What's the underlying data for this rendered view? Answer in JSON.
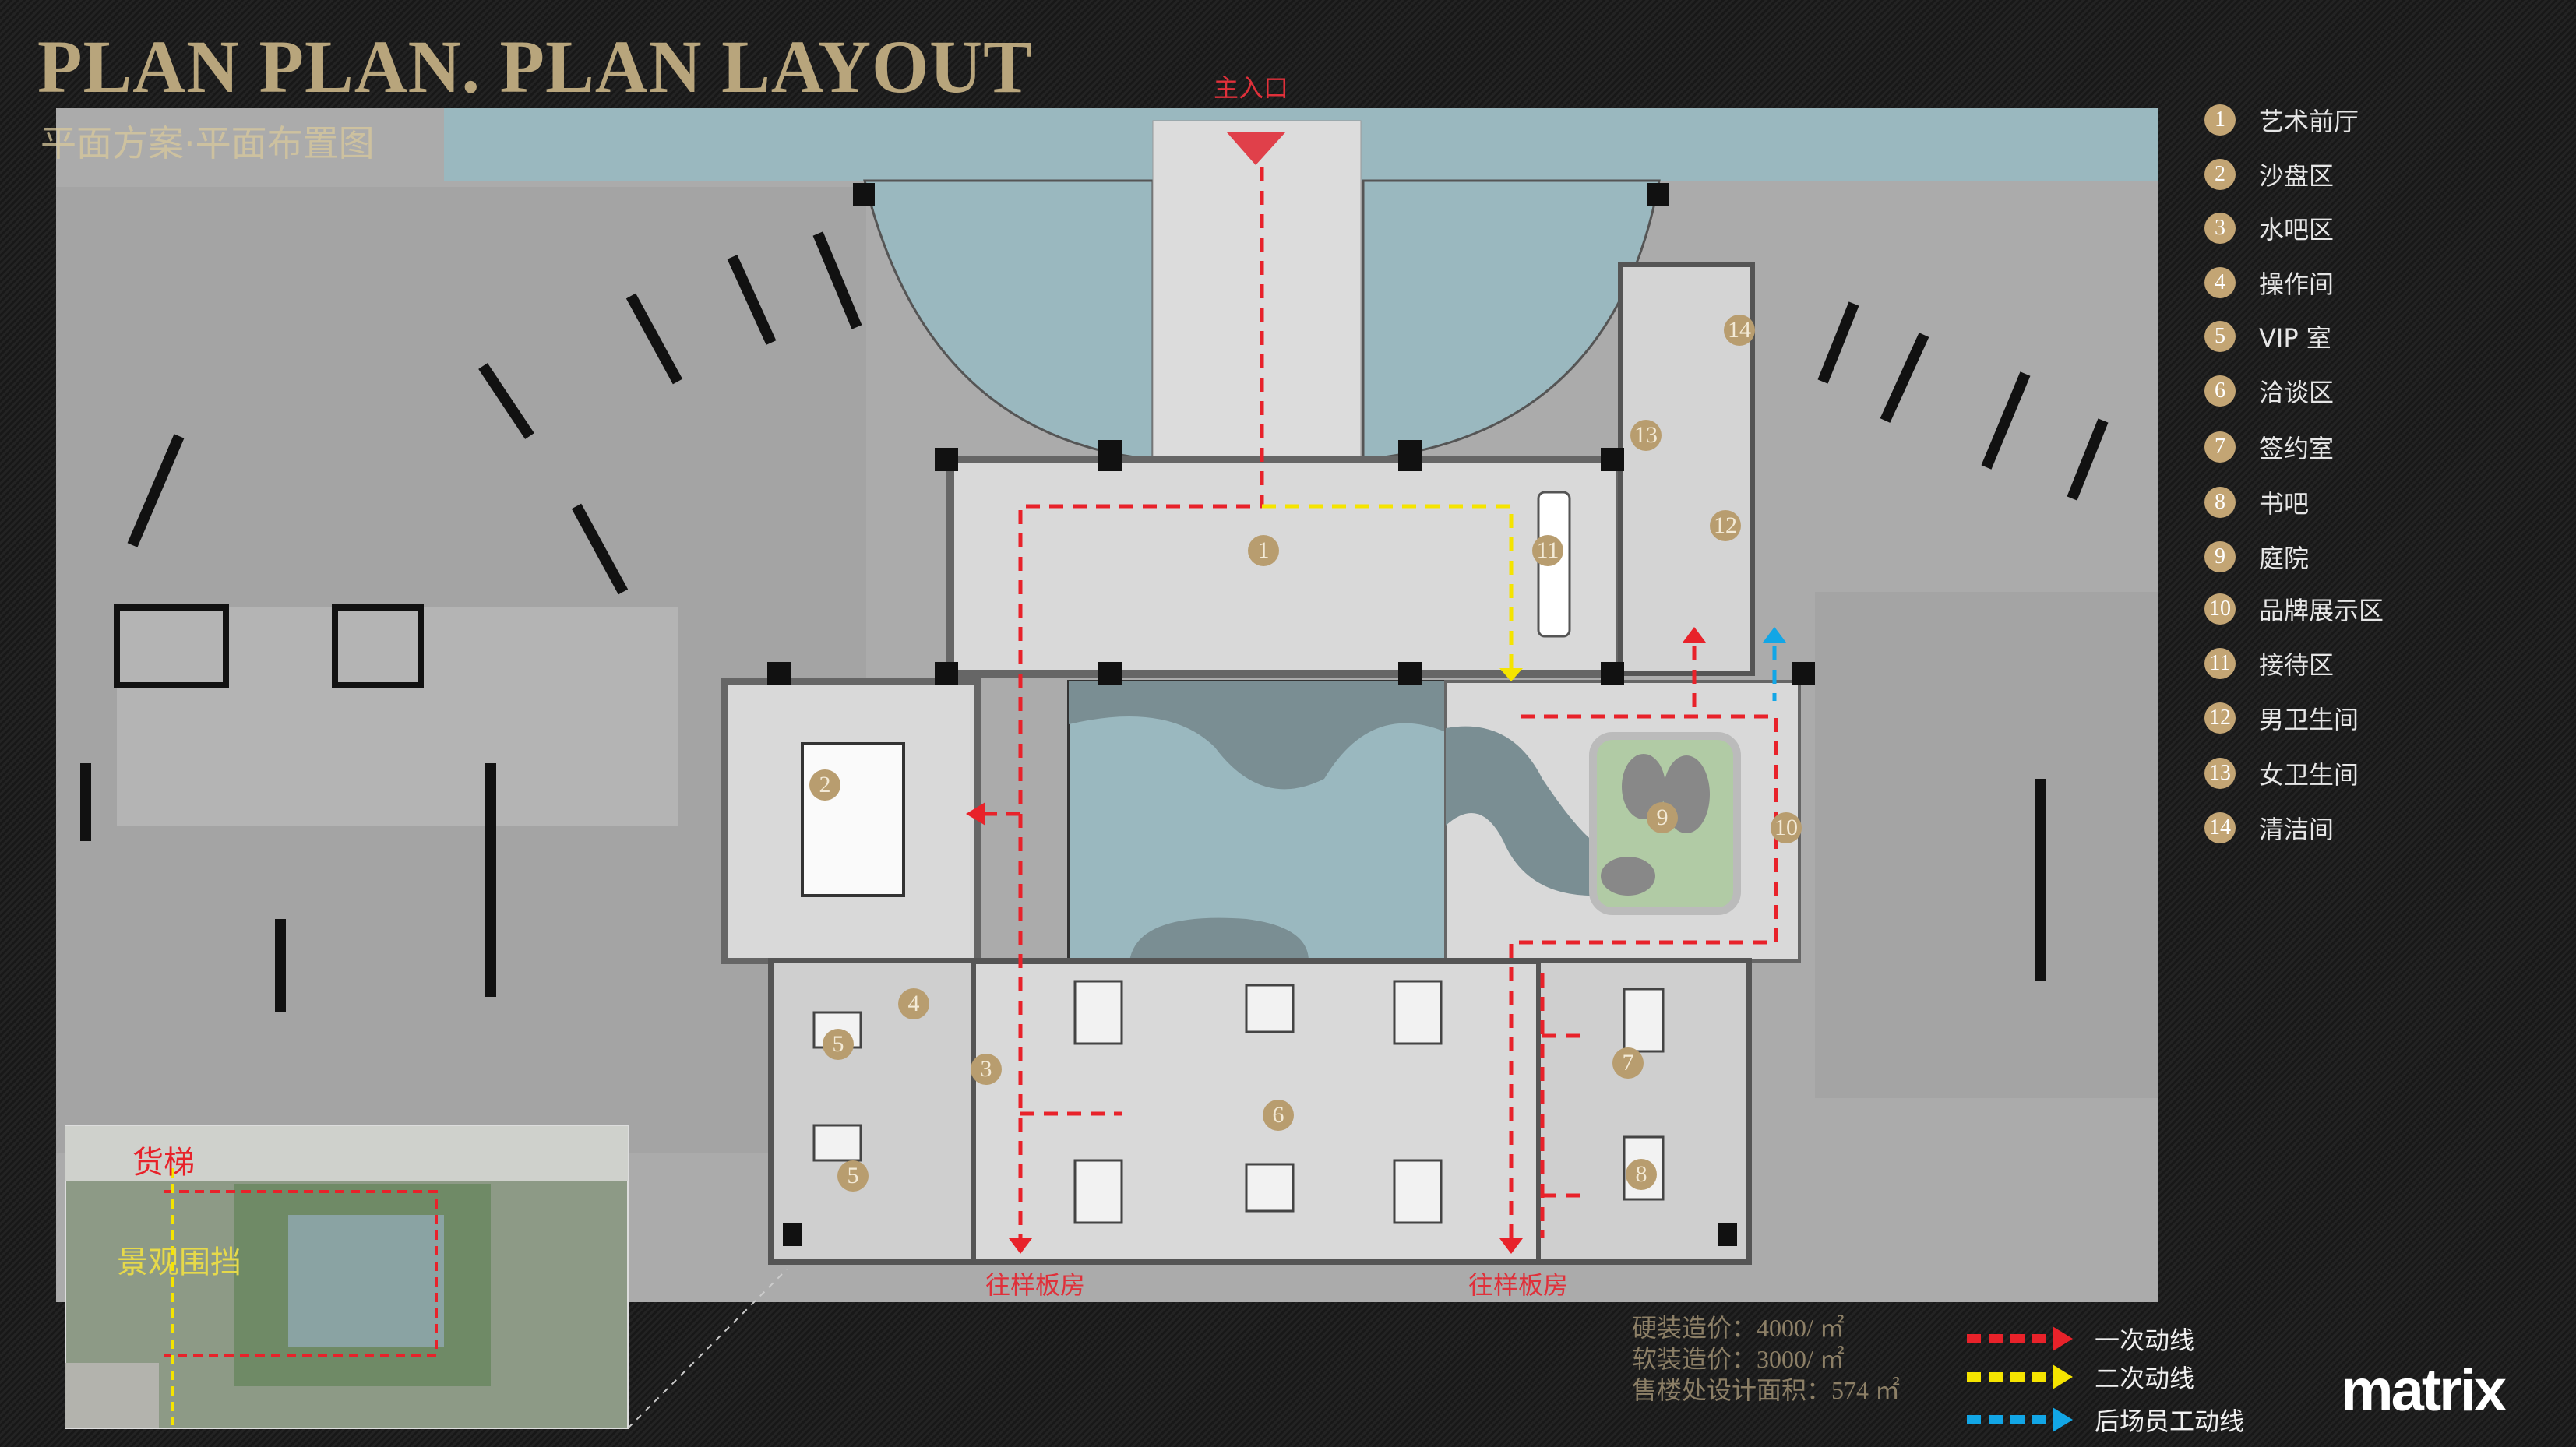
{
  "header": {
    "title": "PLAN PLAN. PLAN LAYOUT",
    "subtitle": "平面方案·平面布置图"
  },
  "plan": {
    "main_entrance": "主入口",
    "to_showroom_left": "往样板房",
    "to_showroom_right": "往样板房",
    "inset_freight_elevator": "货梯",
    "inset_landscape_hoarding": "景观围挡",
    "markers": [
      "1",
      "2",
      "3",
      "4",
      "5",
      "5",
      "6",
      "7",
      "8",
      "9",
      "10",
      "11",
      "12",
      "13",
      "14"
    ]
  },
  "legend": {
    "items": [
      {
        "num": "1",
        "label": "艺术前厅"
      },
      {
        "num": "2",
        "label": "沙盘区"
      },
      {
        "num": "3",
        "label": "水吧区"
      },
      {
        "num": "4",
        "label": "操作间"
      },
      {
        "num": "5",
        "label": "VIP 室"
      },
      {
        "num": "6",
        "label": "洽谈区"
      },
      {
        "num": "7",
        "label": "签约室"
      },
      {
        "num": "8",
        "label": "书吧"
      },
      {
        "num": "9",
        "label": "庭院"
      },
      {
        "num": "10",
        "label": "品牌展示区"
      },
      {
        "num": "11",
        "label": "接待区"
      },
      {
        "num": "12",
        "label": "男卫生间"
      },
      {
        "num": "13",
        "label": "女卫生间"
      },
      {
        "num": "14",
        "label": "清洁间"
      }
    ]
  },
  "costs": [
    "硬装造价：4000/ ㎡",
    "软装造价：3000/ ㎡",
    "售楼处设计面积：574 ㎡"
  ],
  "flows": [
    {
      "label": "一次动线",
      "color": "#e8222a"
    },
    {
      "label": "二次动线",
      "color": "#f5e400"
    },
    {
      "label": "后场员工动线",
      "color": "#12a6e6"
    }
  ],
  "colors": {
    "accent": "#b8a57c",
    "water": "#9ab8bf",
    "lawn": "#b1cba5"
  },
  "brand": "matrix"
}
